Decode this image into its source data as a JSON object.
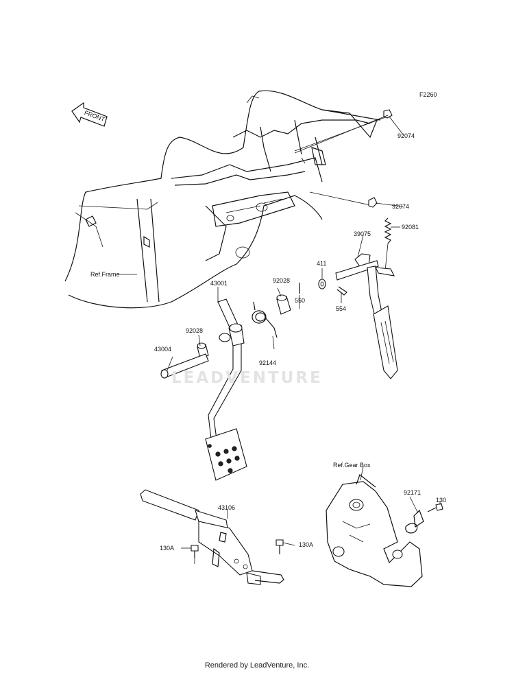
{
  "diagram": {
    "code": "F2260",
    "front_arrow_text": "FRONT",
    "watermark": "LEADVENTURE",
    "credit": "Rendered by LeadVenture, Inc."
  },
  "labels": {
    "p92074_top": "92074",
    "p92074_mid": "92074",
    "p92081": "92081",
    "p39075": "39075",
    "p411": "411",
    "p92028_top": "92028",
    "p550": "550",
    "p554": "554",
    "p43001": "43001",
    "ref_frame": "Ref.Frame",
    "p92028_left": "92028",
    "p92144": "92144",
    "p43004": "43004",
    "ref_gearbox": "Ref.Gear Box",
    "p130": "130",
    "p92171": "92171",
    "p43106": "43106",
    "p130a_left": "130A",
    "p130a_right": "130A"
  }
}
